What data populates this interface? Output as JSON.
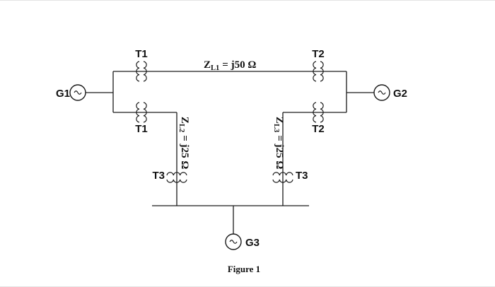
{
  "figure": {
    "caption": "Figure 1",
    "generators": {
      "g1": "G1",
      "g2": "G2",
      "g3": "G3"
    },
    "transformers": {
      "t1_top": "T1",
      "t1_bottom": "T1",
      "t2_top": "T2",
      "t2_bottom": "T2",
      "t3_left": "T3",
      "t3_right": "T3"
    },
    "impedances": {
      "z_l1": {
        "symbol": "Z",
        "subscript": "L1",
        "value": "= j50 Ω"
      },
      "z_l2": {
        "symbol": "Z",
        "subscript": "L2",
        "value": "= j25 Ω"
      },
      "z_l3": {
        "symbol": "Z",
        "subscript": "L3",
        "value": "= j25 Ω"
      }
    }
  }
}
